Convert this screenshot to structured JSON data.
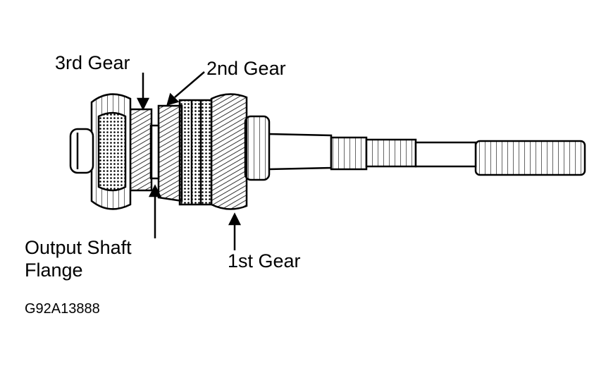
{
  "labels": {
    "third_gear": "3rd Gear",
    "second_gear": "2nd Gear",
    "output_shaft_flange_line1": "Output Shaft",
    "output_shaft_flange_line2": "Flange",
    "first_gear": "1st Gear"
  },
  "figure_id": "G92A13888"
}
